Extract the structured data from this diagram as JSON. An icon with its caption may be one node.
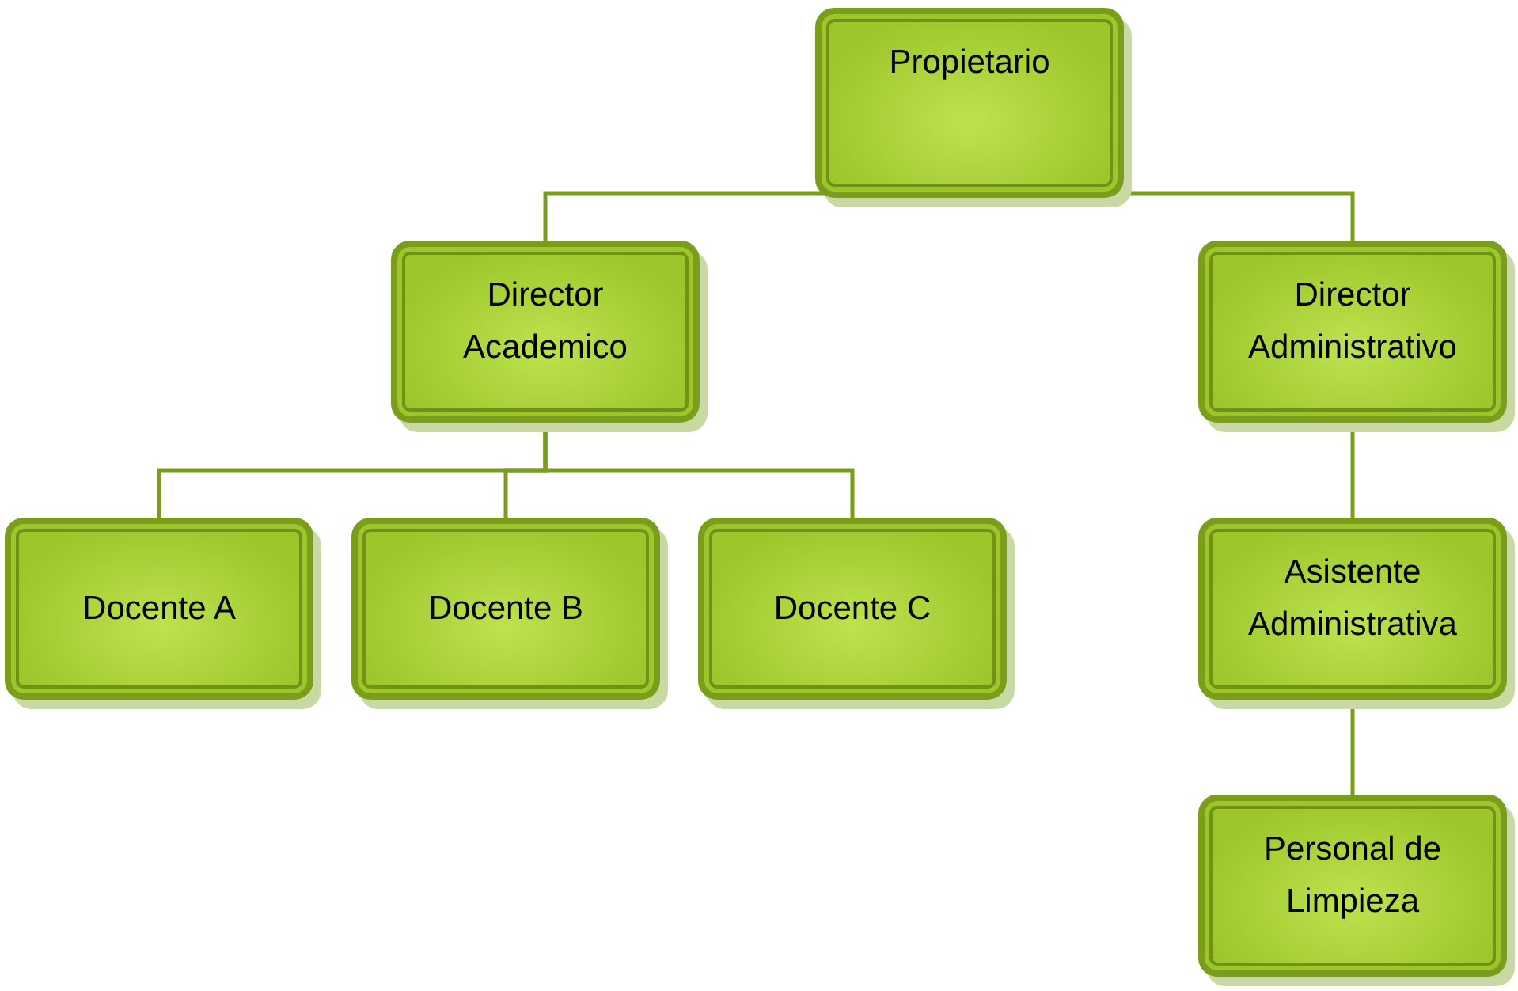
{
  "diagram": {
    "nodes": [
      {
        "text": [
          "Propietario"
        ]
      },
      {
        "text": [
          "Director Academico"
        ]
      },
      {
        "text": [
          "Director Administrativo"
        ]
      },
      {
        "text": [
          "Docente A"
        ]
      },
      {
        "text": [
          "Docente B"
        ]
      },
      {
        "text": [
          "Docente C"
        ]
      },
      {
        "text": [
          "Asistente Administrativa"
        ]
      },
      {
        "text": [
          "Personal de Limpieza"
        ]
      }
    ],
    "edges": [
      {
        "from": 0,
        "to": 1,
        "arrow": "none"
      },
      {
        "from": 0,
        "to": 2,
        "arrow": "none"
      },
      {
        "from": 1,
        "to": 3,
        "arrow": "none"
      },
      {
        "from": 1,
        "to": 4,
        "arrow": "none"
      },
      {
        "from": 1,
        "to": 5,
        "arrow": "none"
      },
      {
        "from": 2,
        "to": 6,
        "arrow": "none"
      },
      {
        "from": 6,
        "to": 7,
        "arrow": "none"
      }
    ]
  }
}
